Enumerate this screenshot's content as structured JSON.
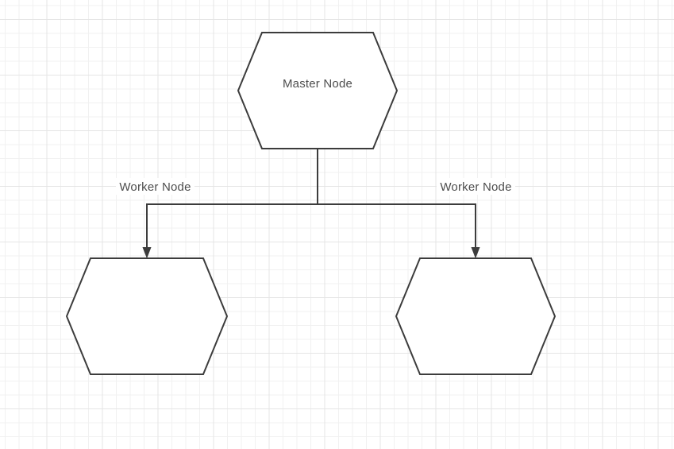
{
  "colors": {
    "canvas_bg": "#ffffff",
    "grid_minor": "#f1f1f1",
    "grid_major": "#e5e5e5",
    "shape_stroke": "#3c3c3c",
    "node_fill": "#ffffff",
    "label_text": "#4d4d4d"
  },
  "diagram": {
    "nodes": [
      {
        "id": "master-node",
        "shape": "hexagon",
        "label": "Master Node"
      },
      {
        "id": "worker-node-left",
        "shape": "hexagon",
        "label": ""
      },
      {
        "id": "worker-node-right",
        "shape": "hexagon",
        "label": ""
      }
    ],
    "edges": [
      {
        "from": "master-node",
        "to": "worker-node-left",
        "label": "Worker Node",
        "arrow": "filled-triangle",
        "routing": "orthogonal"
      },
      {
        "from": "master-node",
        "to": "worker-node-right",
        "label": "Worker Node",
        "arrow": "filled-triangle",
        "routing": "orthogonal"
      }
    ]
  }
}
